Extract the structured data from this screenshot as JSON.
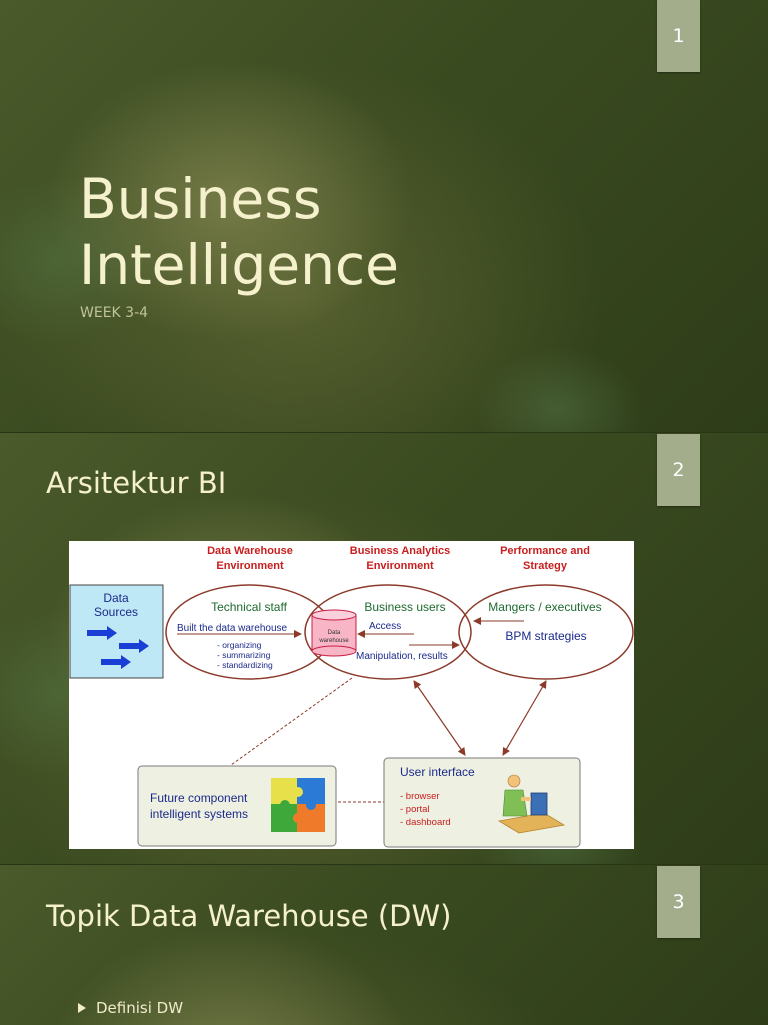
{
  "slide1": {
    "number": "1",
    "title_line1": "Business",
    "title_line2": "Intelligence",
    "subtitle": "WEEK 3-4"
  },
  "slide2": {
    "number": "2",
    "title": "Arsitektur BI",
    "diagram": {
      "header_dw_1": "Data Warehouse",
      "header_dw_2": "Environment",
      "header_ba_1": "Business Analytics",
      "header_ba_2": "Environment",
      "header_ps_1": "Performance and",
      "header_ps_2": "Strategy",
      "data_sources_1": "Data",
      "data_sources_2": "Sources",
      "technical_staff": "Technical staff",
      "built": "Built the data warehouse",
      "org": "- organizing",
      "sum": "- summarizing",
      "std": "- standardizing",
      "dw_label_1": "Data",
      "dw_label_2": "warehouse",
      "business_users": "Business users",
      "access": "Access",
      "manipulation": "Manipulation, results",
      "managers": "Mangers / executives",
      "bpm": "BPM strategies",
      "future_1": "Future component",
      "future_2": "intelligent systems",
      "ui_title": "User interface",
      "ui_browser": "- browser",
      "ui_portal": "- portal",
      "ui_dashboard": "- dashboard"
    }
  },
  "slide3": {
    "number": "3",
    "title": "Topik Data Warehouse (DW)",
    "bullet1": "Definisi DW"
  }
}
